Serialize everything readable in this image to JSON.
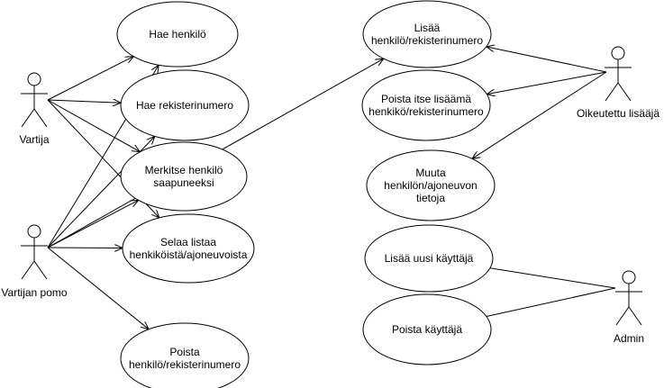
{
  "actors": [
    {
      "id": "vartija",
      "label": "Vartija"
    },
    {
      "id": "pomo",
      "label": "Vartijan pomo"
    },
    {
      "id": "oikeutettu",
      "label": "Oikeutettu lisääjä"
    },
    {
      "id": "admin",
      "label": "Admin"
    }
  ],
  "use_cases": [
    {
      "id": "hae-henkilo",
      "lines": [
        "Hae henkilö"
      ]
    },
    {
      "id": "hae-rekisterinumero",
      "lines": [
        "Hae rekisterinumero"
      ]
    },
    {
      "id": "merkitse",
      "lines": [
        "Merkitse henkilö",
        "saapuneeksi"
      ]
    },
    {
      "id": "selaa",
      "lines": [
        "Selaa listaa",
        "henkiköistä/ajoneuvoista"
      ]
    },
    {
      "id": "poista",
      "lines": [
        "Poista",
        "henkilö/rekisterinumero"
      ]
    },
    {
      "id": "lisaa",
      "lines": [
        "Lisää",
        "henkilö/rekisterinumero"
      ]
    },
    {
      "id": "poista-itse",
      "lines": [
        "Poista itse lisäämä",
        "henkikö/rekisterinumero"
      ]
    },
    {
      "id": "muuta",
      "lines": [
        "Muuta",
        "henkilön/ajoneuvon",
        "tietoja"
      ]
    },
    {
      "id": "lisaa-kayttaja",
      "lines": [
        "Lisää uusi käyttäjä"
      ]
    },
    {
      "id": "poista-kayttaja",
      "lines": [
        "Poista käyttäjä"
      ]
    }
  ],
  "associations": [
    {
      "from": "vartija",
      "to": "hae-henkilo",
      "arrow": true
    },
    {
      "from": "vartija",
      "to": "hae-rekisterinumero",
      "arrow": true
    },
    {
      "from": "vartija",
      "to": "merkitse",
      "arrow": true
    },
    {
      "from": "vartija",
      "to": "selaa",
      "arrow": true
    },
    {
      "from": "pomo",
      "to": "hae-henkilo",
      "arrow": true
    },
    {
      "from": "pomo",
      "to": "hae-rekisterinumero",
      "arrow": true
    },
    {
      "from": "pomo",
      "to": "merkitse",
      "arrow": true
    },
    {
      "from": "pomo",
      "to": "selaa",
      "arrow": true
    },
    {
      "from": "pomo",
      "to": "poista",
      "arrow": true
    },
    {
      "from": "pomo",
      "to": "lisaa",
      "arrow": true
    },
    {
      "from": "oikeutettu",
      "to": "lisaa",
      "arrow": true
    },
    {
      "from": "oikeutettu",
      "to": "poista-itse",
      "arrow": true
    },
    {
      "from": "oikeutettu",
      "to": "muuta",
      "arrow": true
    },
    {
      "from": "admin",
      "to": "lisaa-kayttaja",
      "arrow": false
    },
    {
      "from": "admin",
      "to": "poista-kayttaja",
      "arrow": false
    }
  ]
}
